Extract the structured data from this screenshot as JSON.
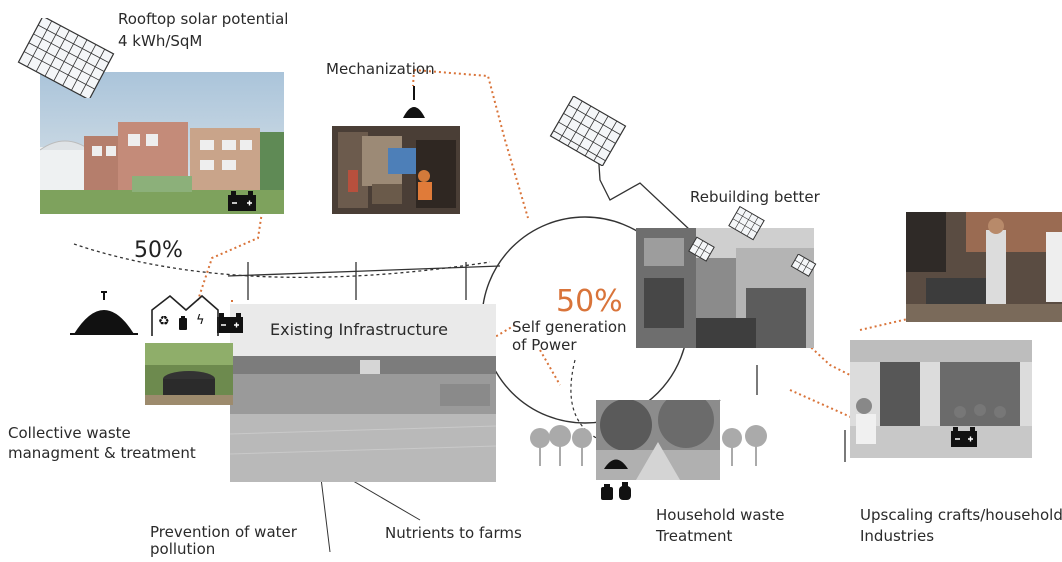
{
  "labels": {
    "rooftop_title": "Rooftop solar potential",
    "rooftop_value": "4 kWh/SqM",
    "mechanization": "Mechanization",
    "rebuilding": "Rebuilding better",
    "percent_left": "50%",
    "percent_center": "50%",
    "self_gen_line1": "Self generation",
    "self_gen_line2": "of Power",
    "existing": "Existing Infrastructure",
    "collective_line1": "Collective waste",
    "collective_line2": "managment & treatment",
    "prevention_line1": "Prevention of water",
    "prevention_line2": "pollution",
    "nutrients": "Nutrients to farms",
    "household_line1": "Household waste",
    "household_line2": "Treatment",
    "upscaling_line1": "Upscaling crafts/household",
    "upscaling_line2": "Industries"
  },
  "colors": {
    "orange_dotted": "#d9743a",
    "percent_accent": "#d9743a",
    "line_dark": "#222222"
  },
  "icons": [
    "solar-panel-icon",
    "battery-icon",
    "lamp-icon",
    "biogas-dome-icon",
    "house-icon",
    "recycle-icon",
    "bolt-icon",
    "tree-icon",
    "gas-cylinder-icon"
  ]
}
